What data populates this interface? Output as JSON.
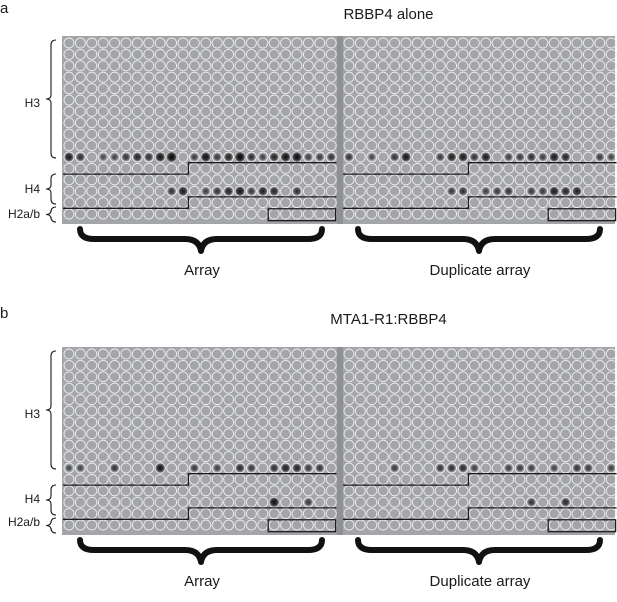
{
  "figure": {
    "panels": [
      {
        "letter": "a",
        "title": "RBBP4 alone",
        "row_labels": [
          "H3",
          "H4",
          "H2a/b"
        ],
        "array_labels": [
          "Array",
          "Duplicate array"
        ],
        "spots": {
          "left": [
            [
              8,
              0.85
            ],
            [
              9,
              1.0
            ],
            [
              11,
              0.45
            ],
            [
              12,
              0.9
            ],
            [
              13,
              0.5
            ],
            [
              14,
              0.7
            ],
            [
              15,
              1.0
            ],
            [
              16,
              0.6
            ],
            [
              17,
              0.4
            ],
            [
              18,
              0.7
            ],
            [
              19,
              0.9
            ],
            [
              20,
              0.95
            ],
            [
              21,
              0.45
            ],
            [
              22,
              0.5
            ],
            [
              23,
              0.55
            ],
            [
              24,
              0.8
            ],
            [
              25,
              0.6
            ],
            [
              27,
              0.35
            ],
            [
              28,
              0.4
            ],
            [
              29,
              0.55
            ],
            [
              30,
              0.7
            ],
            [
              31,
              0.6
            ]
          ],
          "right": [
            [
              4,
              0.55
            ],
            [
              5,
              0.85
            ],
            [
              8,
              0.5
            ],
            [
              9,
              0.75
            ],
            [
              10,
              0.8
            ],
            [
              11,
              0.55
            ],
            [
              12,
              0.8
            ],
            [
              14,
              0.45
            ],
            [
              15,
              0.5
            ],
            [
              16,
              0.6
            ],
            [
              17,
              0.45
            ],
            [
              18,
              0.8
            ],
            [
              19,
              0.7
            ],
            [
              22,
              0.5
            ],
            [
              23,
              0.4
            ],
            [
              24,
              0.55
            ],
            [
              26,
              0.35
            ]
          ]
        },
        "bottom_spots": {
          "left": [
            [
              3,
              0.55
            ],
            [
              4,
              0.8
            ],
            [
              6,
              0.45
            ],
            [
              7,
              0.55
            ],
            [
              8,
              0.7
            ],
            [
              9,
              0.85
            ],
            [
              10,
              0.5
            ],
            [
              11,
              0.75
            ],
            [
              12,
              0.7
            ],
            [
              14,
              0.6
            ]
          ],
          "right": [
            [
              3,
              0.5
            ],
            [
              4,
              0.6
            ],
            [
              6,
              0.45
            ],
            [
              7,
              0.5
            ],
            [
              8,
              0.55
            ],
            [
              10,
              0.5
            ],
            [
              11,
              0.5
            ],
            [
              12,
              0.8
            ],
            [
              13,
              0.7
            ],
            [
              14,
              0.75
            ]
          ]
        }
      },
      {
        "letter": "b",
        "title": "MTA1-R1:RBBP4",
        "row_labels": [
          "H4",
          "H2a/b",
          "H3"
        ],
        "array_labels": [
          "Array",
          "Duplicate array"
        ],
        "spots": {
          "left": [
            [
              4,
              0.55
            ],
            [
              8,
              0.85
            ],
            [
              11,
              0.5
            ],
            [
              13,
              0.45
            ],
            [
              15,
              0.65
            ],
            [
              16,
              0.5
            ],
            [
              18,
              0.6
            ],
            [
              19,
              0.75
            ],
            [
              20,
              0.7
            ],
            [
              21,
              0.5
            ],
            [
              22,
              0.55
            ],
            [
              24,
              0.35
            ],
            [
              25,
              0.4
            ]
          ],
          "right": [
            [
              4,
              0.5
            ],
            [
              8,
              0.55
            ],
            [
              9,
              0.6
            ],
            [
              10,
              0.65
            ],
            [
              11,
              0.45
            ],
            [
              14,
              0.45
            ],
            [
              15,
              0.5
            ],
            [
              16,
              0.45
            ],
            [
              18,
              0.4
            ],
            [
              20,
              0.55
            ],
            [
              21,
              0.5
            ],
            [
              23,
              0.45
            ]
          ]
        },
        "bottom_spots": {
          "left": [
            [
              12,
              0.9
            ],
            [
              15,
              0.5
            ]
          ],
          "right": [
            [
              10,
              0.55
            ],
            [
              13,
              0.65
            ]
          ]
        }
      }
    ]
  }
}
